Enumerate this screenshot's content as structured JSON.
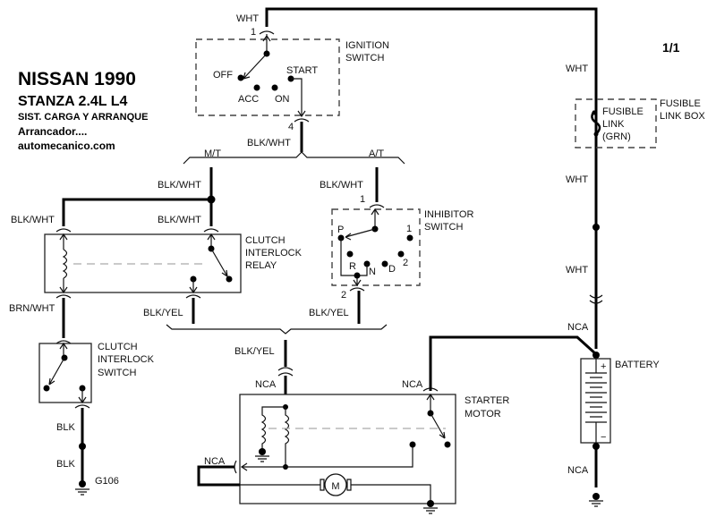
{
  "title": {
    "line1": "NISSAN 1990",
    "line2": "STANZA  2.4L  L4",
    "line3": "SIST. CARGA Y ARRANQUE",
    "line4": "Arrancador....",
    "line5": "automecanico.com"
  },
  "page_indicator": "1/1",
  "components": {
    "ignition_switch": {
      "label1": "IGNITION",
      "label2": "SWITCH",
      "positions": [
        "OFF",
        "ACC",
        "ON",
        "START"
      ],
      "pin_in": "1",
      "pin_out": "4"
    },
    "fusible_link": {
      "label1": "FUSIBLE",
      "label2": "LINK",
      "label3": "(GRN)",
      "box_label1": "FUSIBLE",
      "box_label2": "LINK BOX"
    },
    "clutch_relay": {
      "label1": "CLUTCH",
      "label2": "INTERLOCK",
      "label3": "RELAY"
    },
    "inhibitor_switch": {
      "label1": "INHIBITOR",
      "label2": "SWITCH",
      "positions": [
        "P",
        "R",
        "N",
        "D",
        "2",
        "1"
      ],
      "pin_in": "1",
      "pin_out": "2"
    },
    "clutch_switch": {
      "label1": "CLUTCH",
      "label2": "INTERLOCK",
      "label3": "SWITCH"
    },
    "starter_motor": {
      "label1": "STARTER",
      "label2": "MOTOR",
      "motor_symbol": "M"
    },
    "battery": {
      "label": "BATTERY",
      "plus": "+",
      "minus": "−"
    },
    "ground": {
      "label": "G106"
    }
  },
  "branches": {
    "mt": "M/T",
    "at": "A/T"
  },
  "wires": {
    "wht_top": "WHT",
    "wht_right_1": "WHT",
    "wht_right_2": "WHT",
    "wht_right_3": "WHT",
    "ign_out": "BLK/WHT",
    "mt_feed": "BLK/WHT",
    "relay_coil_in": "BLK/WHT",
    "relay_sw_in": "BLK/WHT",
    "relay_coil_out": "BRN/WHT",
    "relay_sw_out": "BLK/YEL",
    "at_feed": "BLK/WHT",
    "inh_out": "BLK/YEL",
    "starter_feed": "BLK/YEL",
    "starter_s": "NCA",
    "starter_b": "NCA",
    "starter_m": "NCA",
    "batt_pos": "NCA",
    "batt_neg": "NCA",
    "clutch_sw_out": "BLK",
    "ground_wire": "BLK"
  }
}
